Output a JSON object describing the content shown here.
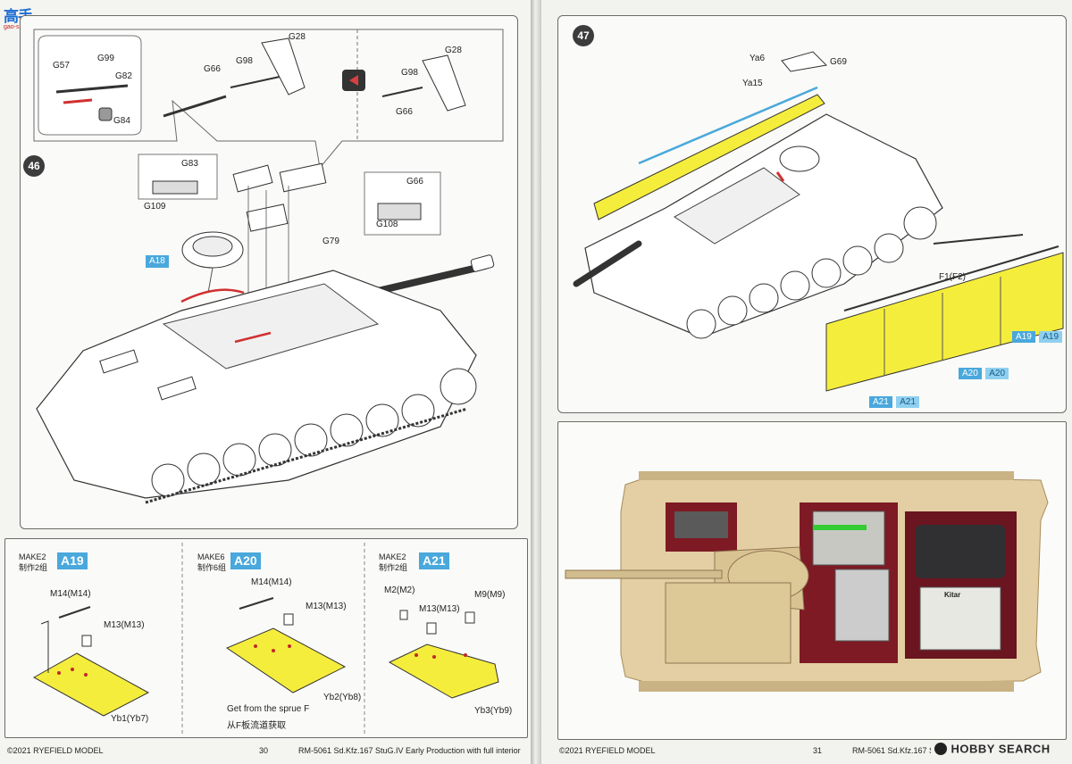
{
  "watermark_logo": {
    "chars": "高手",
    "url": "gao-shou.com"
  },
  "left": {
    "detail_labels": [
      "G57",
      "G99",
      "G82",
      "G84",
      "G66",
      "G98",
      "G28"
    ],
    "compare_labels": [
      "G98",
      "G28",
      "G66"
    ],
    "step46": "46",
    "sub_g83": [
      "G83",
      "G109"
    ],
    "sub_g66": [
      "G66",
      "G108"
    ],
    "g79": "G79",
    "a18": "A18",
    "assemblies": [
      {
        "make": "MAKE2",
        "make_cn": "制作2组",
        "code": "A19",
        "parts": [
          "M14(M14)",
          "M13(M13)"
        ],
        "plate": "Yb1(Yb7)"
      },
      {
        "make": "MAKE6",
        "make_cn": "制作6组",
        "code": "A20",
        "parts": [
          "M14(M14)",
          "M13(M13)"
        ],
        "plate": "Yb2(Yb8)",
        "note1": "Get from the sprue F",
        "note2": "从F板流道获取"
      },
      {
        "make": "MAKE2",
        "make_cn": "制作2组",
        "code": "A21",
        "parts": [
          "M2(M2)",
          "M13(M13)",
          "M9(M9)"
        ],
        "plate": "Yb3(Yb9)"
      }
    ],
    "footer_copyright": "©2021 RYEFIELD MODEL",
    "footer_page": "30",
    "footer_title": "RM-5061 Sd.Kfz.167 StuG.IV Early Production with full interior"
  },
  "right": {
    "step47": "47",
    "labels": {
      "ya6": "Ya6",
      "g69": "G69",
      "ya15": "Ya15",
      "f1": "F1(F2)"
    },
    "tags": [
      {
        "a": "A19",
        "b": "A19"
      },
      {
        "a": "A20",
        "b": "A20"
      },
      {
        "a": "A21",
        "b": "A21"
      }
    ],
    "interior_sign": "Kitar",
    "footer_copyright": "©2021 RYEFIELD MODEL",
    "footer_page": "31",
    "footer_title": "RM-5061 Sd.Kfz.167 StuG.IV Early Production with full interior",
    "hobby_logo": "HOBBY SEARCH"
  },
  "colors": {
    "accent_blue": "#49a8dc",
    "skirt_yellow": "#f5ed3c",
    "hull_tan": "#e3cfa3",
    "interior_red": "#7d1a24"
  }
}
